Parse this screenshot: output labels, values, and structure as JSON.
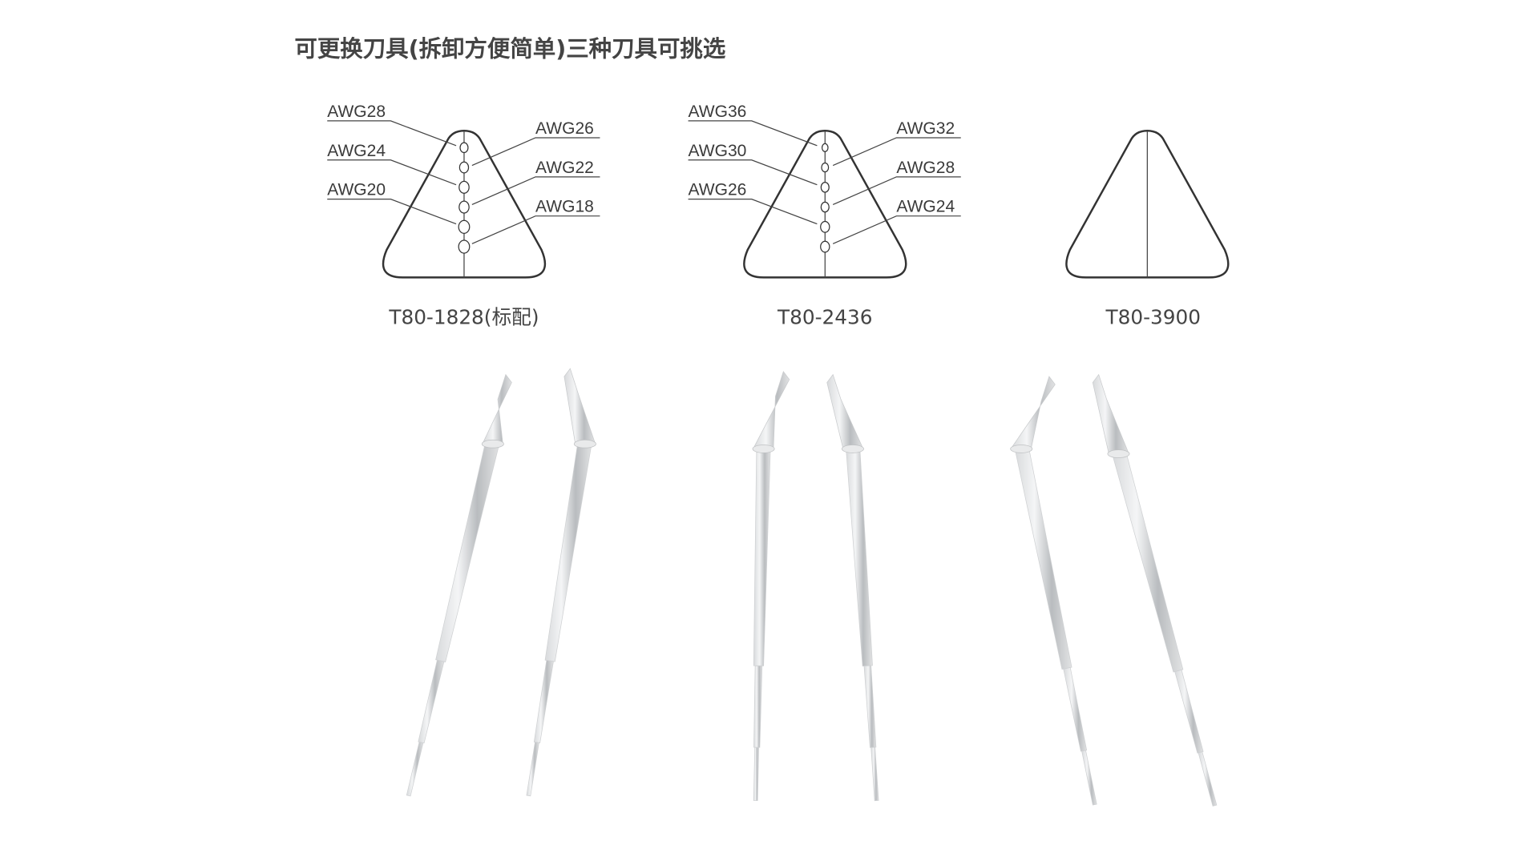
{
  "title": "可更换刀具(拆卸方便简单)三种刀具可挑选",
  "blades": [
    {
      "model": "T80-1828(标配)",
      "left_labels": [
        "AWG28",
        "AWG24",
        "AWG20"
      ],
      "right_labels": [
        "AWG26",
        "AWG22",
        "AWG18"
      ]
    },
    {
      "model": "T80-2436",
      "left_labels": [
        "AWG36",
        "AWG30",
        "AWG26"
      ],
      "right_labels": [
        "AWG32",
        "AWG28",
        "AWG24"
      ]
    },
    {
      "model": "T80-3900",
      "left_labels": [],
      "right_labels": []
    }
  ]
}
